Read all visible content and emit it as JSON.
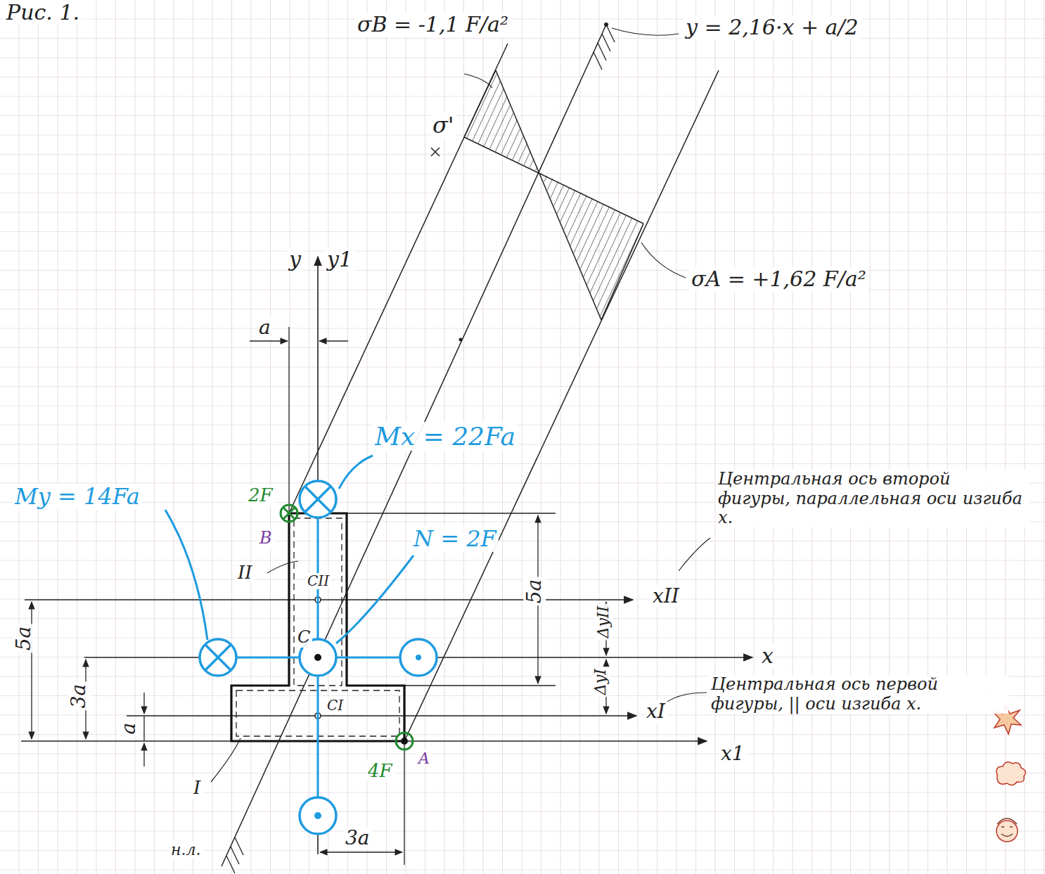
{
  "diagram": {
    "title": "Рис. 1.",
    "labels": [
      "σB = -1,1 F/a²",
      "σ'",
      "y = 2,16·x + a/2",
      "σA = +1,62 F/a²",
      "y",
      "y1",
      "a",
      "Mx = 22Fa",
      "My = 14Fa",
      "2F",
      "B",
      "N = 2F",
      "II",
      "CII",
      "C",
      "CI",
      "I",
      "5a",
      "5a",
      "3a",
      "a",
      "xII",
      "x",
      "xI",
      "x1",
      "ΔyII",
      "ΔyI",
      "4F",
      "A",
      "3a",
      "н.л.",
      "Центральная ось второй фигуры, параллельная оси изгиба x.",
      "Центральная ось первой фигуры, || оси изгиба x."
    ]
  }
}
